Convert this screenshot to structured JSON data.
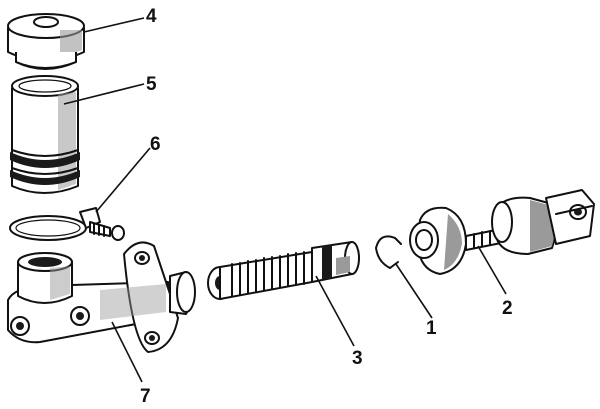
{
  "labels": {
    "p1": "1",
    "p2": "2",
    "p3": "3",
    "p4": "4",
    "p5": "5",
    "p6": "6",
    "p7": "7"
  },
  "colors": {
    "ink": "#111111",
    "shade": "#9a9a9a",
    "background": "#ffffff"
  }
}
